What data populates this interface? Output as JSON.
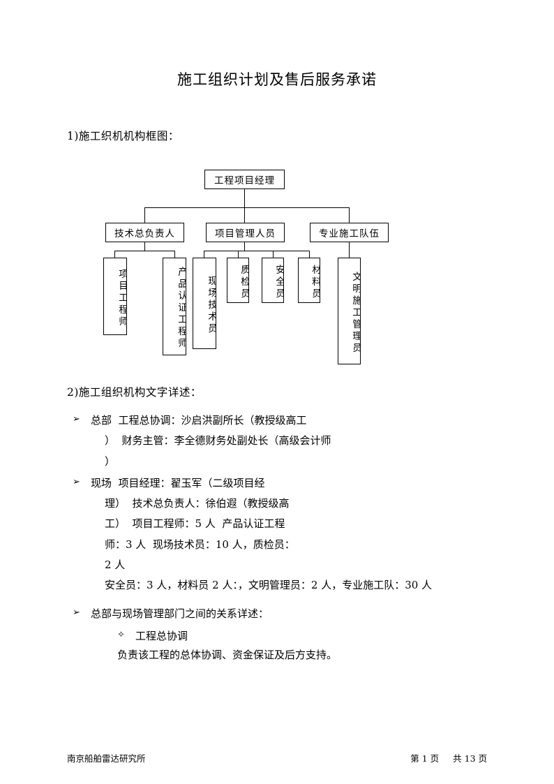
{
  "document": {
    "title": "施工组织计划及售后服务承诺",
    "section1_heading": "1)施工织机机构框图：",
    "section2_heading": "2)施工组织机构文字详述："
  },
  "orgchart": {
    "top": "工程项目经理",
    "level2": [
      "技术总负责人",
      "项目管理人员",
      "专业施工队伍"
    ],
    "leaves": [
      "项目工程师",
      "产品认证工程师",
      "现场技术员",
      "质检员",
      "安全员",
      "材料员",
      "文明施工管理员"
    ]
  },
  "bullets": [
    {
      "mark": "➢",
      "lines": [
        "总部  工程总协调：沙启洪副所长（教授级高工",
        "）  财务主管：李全德财务处副处长（高级会计师",
        "）"
      ]
    },
    {
      "mark": "➢",
      "lines": [
        "现场  项目经理：翟玉军（二级项目经",
        "理）  技术总负责人：徐伯遐（教授级高",
        "工）  项目工程师：5 人  产品认证工程",
        "师：3 人  现场技术员：10 人，质检员：",
        "2 人",
        "安全员：3 人，材料员 2 人：，文明管理员：2 人，专业施工队：30 人"
      ]
    },
    {
      "mark": "➢",
      "lines": [
        "总部与现场管理部门之间的关系详述："
      ],
      "sub": {
        "mark": "✧",
        "label": "工程总协调",
        "text": "负责该工程的总体协调、资金保证及后方支持。"
      }
    }
  ],
  "footer": {
    "left": "南京船舶雷达研究所",
    "page": "第 1 页",
    "total": "共 13 页"
  }
}
